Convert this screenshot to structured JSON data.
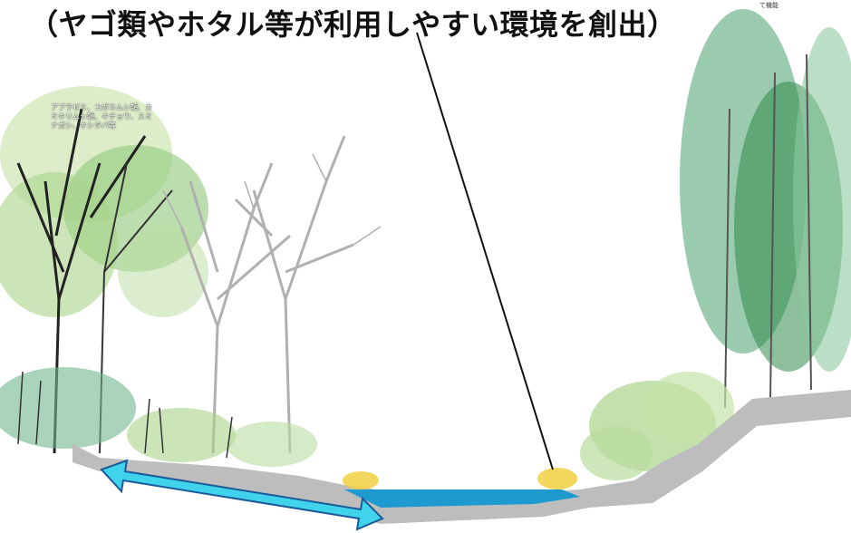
{
  "caption": "（ヤゴ類やホタル等が利用しやすい環境を創出）",
  "species_note": "アブラゼミ、コガネムシ類、カミキリムシ類、キチョウ、スミナガシ、キシタバ等",
  "corner_note": "て機能",
  "colors": {
    "water": "#1e9ad0",
    "arrow": "#3fd4ec",
    "ground": "#b8b8b8",
    "foliage_light": "#a9d38a",
    "foliage_dark": "#2f8a4a",
    "bare_tree": "#b0b0b0",
    "flower": "#f0d040"
  }
}
